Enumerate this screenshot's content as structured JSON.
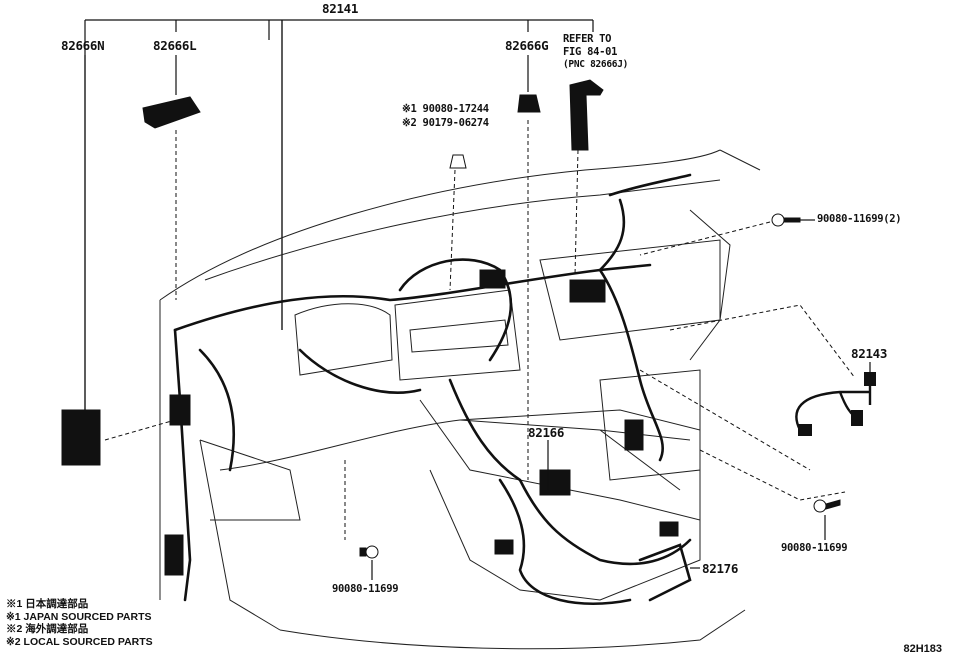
{
  "labels": {
    "p82141": "82141",
    "p82666N": "82666N",
    "p82666L": "82666L",
    "p82666G": "82666G",
    "refer_line1": "REFER TO",
    "refer_line2": "FIG 84-01",
    "refer_line3": "(PNC 82666J)",
    "bolt1_line1": "※1 90080-17244",
    "bolt1_line2": "※2 90179-06274",
    "bolt_right_top": "90080-11699(2)",
    "p82143": "82143",
    "p82166": "82166",
    "bolt_right_bottom": "90080-11699",
    "p82176": "82176",
    "bolt_bottom": "90080-11699"
  },
  "legend": [
    "※1 日本調達部品",
    "※1 JAPAN SOURCED PARTS",
    "※2 海外調達部品",
    "※2 LOCAL SOURCED PARTS"
  ],
  "diagram_ref": "82H183"
}
